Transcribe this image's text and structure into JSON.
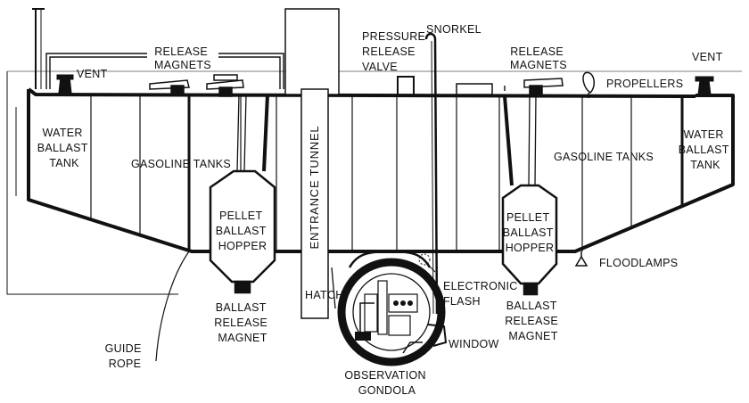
{
  "colors": {
    "ink": "#111111",
    "paper": "#ffffff",
    "gondola_fill": "#222222"
  },
  "labels": {
    "release_magnets_left": [
      "RELEASE",
      "MAGNETS"
    ],
    "vent_left": "VENT",
    "water_ballast_tank_left": [
      "WATER",
      "BALLAST",
      "TANK"
    ],
    "gasoline_tanks_left": "GASOLINE TANKS",
    "pellet_hopper_left": [
      "PELLET",
      "BALLAST",
      "HOPPER"
    ],
    "ballast_release_magnet_left": [
      "BALLAST",
      "RELEASE",
      "MAGNET"
    ],
    "guide_rope": [
      "GUIDE",
      "ROPE"
    ],
    "entrance_tunnel": "ENTRANCE TUNNEL",
    "hatch": "HATCH",
    "observation_gondola": [
      "OBSERVATION",
      "GONDOLA"
    ],
    "pressure_release_valve": [
      "PRESSURE",
      "RELEASE",
      "VALVE"
    ],
    "snorkel": "SNORKEL",
    "release_magnets_right": [
      "RELEASE",
      "MAGNETS"
    ],
    "propellers": "PROPELLERS",
    "vent_right": "VENT",
    "water_ballast_tank_right": [
      "WATER",
      "BALLAST",
      "TANK"
    ],
    "gasoline_tanks_right": "GASOLINE TANKS",
    "pellet_hopper_right": [
      "PELLET",
      "BALLAST",
      "HOPPER"
    ],
    "ballast_release_magnet_right": [
      "BALLAST",
      "RELEASE",
      "MAGNET"
    ],
    "electronic_flash": [
      "ELECTRONIC",
      "FLASH"
    ],
    "window": "WINDOW",
    "floodlamps": "FLOODLAMPS"
  }
}
